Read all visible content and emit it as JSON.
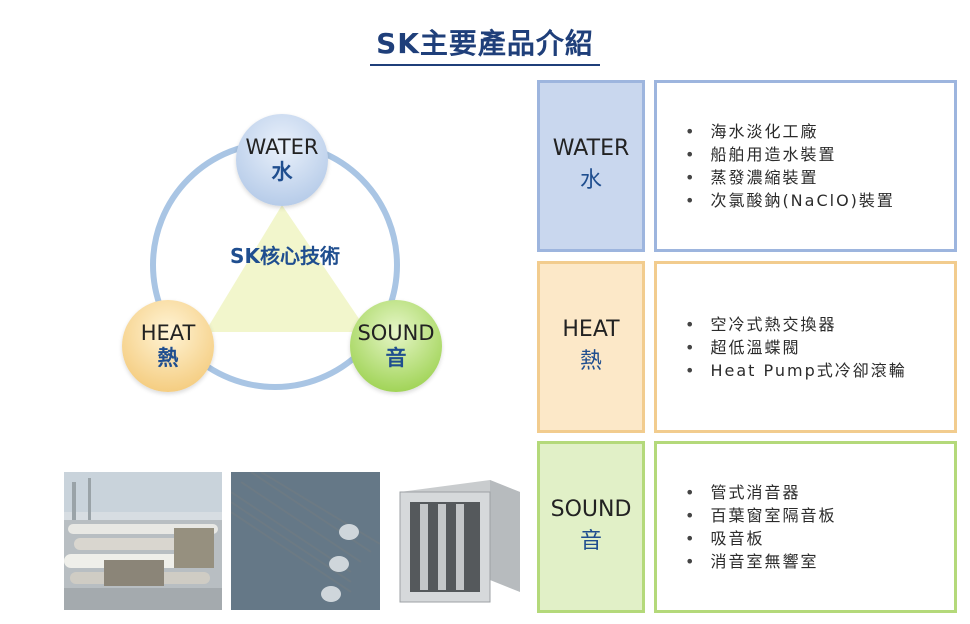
{
  "title": "SK主要產品介紹",
  "diagram": {
    "core": "SK核心技術",
    "water": {
      "en": "WATER",
      "zh": "水"
    },
    "heat": {
      "en": "HEAT",
      "zh": "熱"
    },
    "sound": {
      "en": "SOUND",
      "zh": "音"
    }
  },
  "categories": [
    {
      "en": "WATER",
      "zh": "水",
      "items": [
        "海水淡化工廠",
        "船舶用造水裝置",
        "蒸發濃縮裝置",
        "次氯酸鈉(NaClO)裝置"
      ]
    },
    {
      "en": "HEAT",
      "zh": "熱",
      "items": [
        "空冷式熱交換器",
        "超低溫蝶閥",
        "Heat Pump式冷卻滾輪"
      ]
    },
    {
      "en": "SOUND",
      "zh": "音",
      "items": [
        "管式消音器",
        "百葉窗室隔音板",
        "吸音板",
        "消音室無響室"
      ]
    }
  ],
  "colors": {
    "water": "#9db5de",
    "heat": "#f2cc8e",
    "sound": "#b4d97a",
    "title": "#1f3f7a"
  }
}
